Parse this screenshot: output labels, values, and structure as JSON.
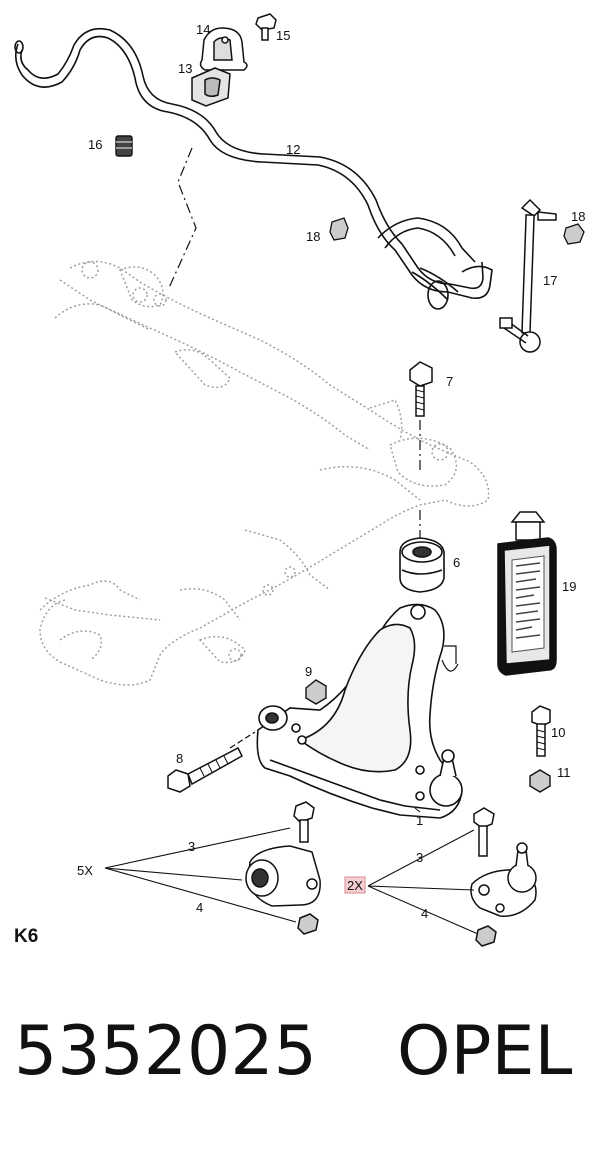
{
  "diagram": {
    "part_labels": {
      "p1": "1",
      "p3a": "3",
      "p3b": "3",
      "p4a": "4",
      "p4b": "4",
      "p6": "6",
      "p7": "7",
      "p8": "8",
      "p9": "9",
      "p10": "10",
      "p11": "11",
      "p12": "12",
      "p13": "13",
      "p14": "14",
      "p15": "15",
      "p16": "16",
      "p17": "17",
      "p18a": "18",
      "p18b": "18",
      "p19": "19"
    },
    "multipliers": {
      "left": "5X",
      "right": "2X"
    },
    "section_code": "K6"
  },
  "footer": {
    "part_number": "5352025",
    "brand": "OPEL"
  }
}
